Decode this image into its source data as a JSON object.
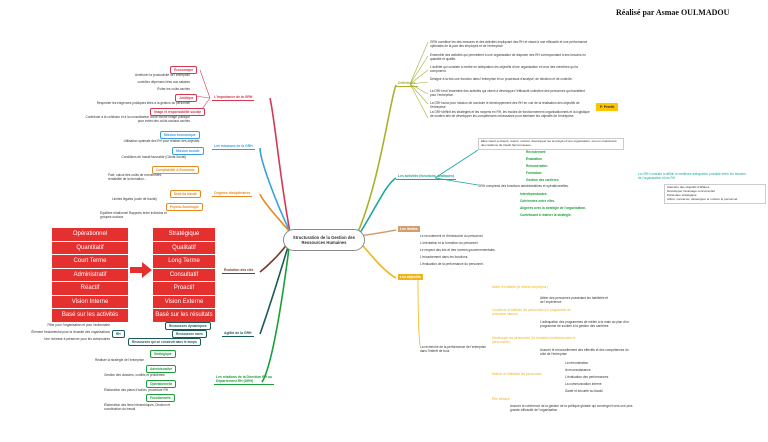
{
  "header": {
    "author": "Réalisé par Asmae OULMADOU"
  },
  "center": {
    "title": "Structuration de la Gestion des Ressources Humaines"
  },
  "branches": {
    "definitions": "Définitions",
    "importance": "L'importance de la GRH",
    "missions": "Les missions de la GRH",
    "origines": "Origines disciplinaires",
    "evolution": "Évolution des rôle",
    "agilite": "Agilité de la GRH",
    "relations": "Les relations de la Direction RH au Département RH (DRH)",
    "activites": "Les activités (fonctions, pratiques)",
    "limites": "Les limites",
    "objectifs": "Les objectifs"
  },
  "definitions": {
    "items": [
      "GRH constitue les des mesures et des activités impliquant des RH et visant à une efficacité et une performance optimales de la part des employés et de l'entreprise",
      "Ensemble des activités qui permettent à une organisation de disposer des RH correspondant à ses besoins en quantité et qualité.",
      "L'activité qui consiste à mettre en adéquation les objectifs d'une organisation et ceux des membres qui la composent.",
      "Désigne à la fois une fonction dans l'entreprise et un processus d'analyse, de décision et de contrôle.",
      "La GRH est l'ensemble des activités qui visent à développer l'efficacité collective des personnes qui travaillent pour l'entreprise.",
      "La GRH aura pour mission de conduire le développement des RH en vue de la réalisation des objectifs de l'entreprise.",
      "La GRH définit les stratégies et les moyens en RH, les modes de fonctionnement organisationnels et la logistique de soutien afin de développer les compétences nécessaires pour atteindre les objectifs de l'entreprise."
    ],
    "author": "P. Peretti"
  },
  "importance": {
    "economique": "Économique",
    "economique_items": [
      "Améliorer la productivité de l'entreprise",
      "contrôler dépenses liées aux salaires",
      "Éviter les coûts cachés"
    ],
    "juridique": "Juridique",
    "juridique_item": "Respecter les exigences juridiques liées à la gestion du personnel",
    "image": "Image et responsabilité sociale",
    "image_item": "Contribuer à la cohésion et à la consolidation d'une bonne image publique pour éviter des coûts sociaux cachés"
  },
  "missions": {
    "eco": "Mission économique",
    "eco_item": "Utilisation optimale des RH pour réaliser des objectifs.",
    "sociale": "Mission sociale",
    "sociale_item": "Conditions de travail favorable (Climat Social)"
  },
  "origines": {
    "compta": "Comptabilité & Économie",
    "compta_item": "Paie, calcul des coûts de recrutement, rentabilité de la formation...",
    "droit": "Droit du travail",
    "droit_item": "Limites légales (code de travail)",
    "psy": "Psycho-Sociologie",
    "psy_item": "Équilibre relationnel Rapports entre individus et groupes sociaux"
  },
  "evolution": {
    "left": [
      "Opérationnel",
      "Quantitatif",
      "Court Terme",
      "Administratif",
      "Réactif",
      "Vision Interne",
      "Basé sur les activités"
    ],
    "right": [
      "Stratégique",
      "Qualitatif",
      "Long Terme",
      "Consultatif",
      "Proactif",
      "Vision Externe",
      "Basé sur les résultats"
    ]
  },
  "agilite": {
    "rh": "RH",
    "left_items": [
      "Pilier pour l'organisation et pour l'actionnaire",
      "Élément fondamental pour la réussite des organisations",
      "Une richesse à préserver pour les actionnaires"
    ],
    "dyn": "Ressources dynamiques",
    "rare": "Ressources rares",
    "const": "Ressources qui se construit dans le temps"
  },
  "relations": {
    "strat": "Stratégique",
    "strat_item": "Réaliser la stratégie de l'entreprise",
    "admin": "Administrative",
    "admin_item": "Gestion des dossiers, conflits et problèmes",
    "op": "Opérationnelle",
    "op_item": "Élaboration des plans d'action, procédure RH",
    "fonc": "Fonctionnelle",
    "fonc_item": "Élaboration des liens hiérarchiques, Division et coordination du travail"
  },
  "activites": {
    "intro": "Elles visent à obtenir, retenir, motiver, développer les employés d'une organisation, tout en maintenant des relations de travail harmonieuses.",
    "list": [
      "Recrutement",
      "Évaluation",
      "Rémunération",
      "Formation",
      "Gestion des carrières"
    ],
    "mid": "GRH comprend des fonctions administratives et opérationnelles.",
    "list2": [
      "Interdépendantes.",
      "Cohérentes entre elles.",
      "Alignées avec la stratégie de l'organisation.",
      "Contribuant à réaliser la stratégie."
    ],
    "note": "La GRH consiste à définir le meilleure adéquation possible entre les besoins de l'organisation et les RH",
    "side": [
      "Atteindre des objectifs d'affaires",
      "Développer l'avantage concurrentiel",
      "Partenaire stratégique",
      "Attirer, conserver, développer et motiver le personnel."
    ]
  },
  "limites": {
    "items": [
      "Le recrutement et d'embauche du personnel.",
      "L'orientation et la formation du personnel.",
      "Le respect des lois et des normes gouvernementales.",
      "L'encadrement dans les fonctions.",
      "L'évaluation de la performance du personnel."
    ]
  },
  "objectifs": {
    "main": "La recherche de la performance de l'entreprise dans l'intérêt de tous",
    "attirer": "Attirer les talents (le réseau employeur)",
    "attirer_item": "Attirer des personnes possédant les habiletés et de l'expérience",
    "conserver": "Conserver et fidéliser les personnels (Le programme de promotion interne)",
    "conserver_item": "L'adéquation des programmes de métier à la main au plan d'un programme de soutien à la gestion des carrières",
    "developper": "Développer les personnels (La formation professionnelle et personnelle)",
    "developper_item": "Assurer le renouvellement des effectifs et des compétences du côté de l'entreprise",
    "motiver": "Motiver et Satisfaire les personnels",
    "motiver_items": [
      "La rémunération",
      "la reconnaissance",
      "L'évaluation des performances",
      "La communication interne",
      "Santé et sécurité au travail"
    ],
    "efficace": "Être efficace",
    "efficace_item": "Assurer la cohérence de la gestion de la politique globale qui convergent vers une plus grande efficacité de l'organisation"
  },
  "colors": {
    "definitions": "#a8b030",
    "importance": "#d6364f",
    "missions": "#3aa0d8",
    "origines": "#e58a1f",
    "evolution": "#7a3a2a",
    "agilite": "#1a5a5a",
    "relations": "#1a9e3a",
    "activites": "#1aa89a",
    "limites": "#d2a070",
    "objectifs": "#f0b41a",
    "evo_red": "#e53030"
  }
}
